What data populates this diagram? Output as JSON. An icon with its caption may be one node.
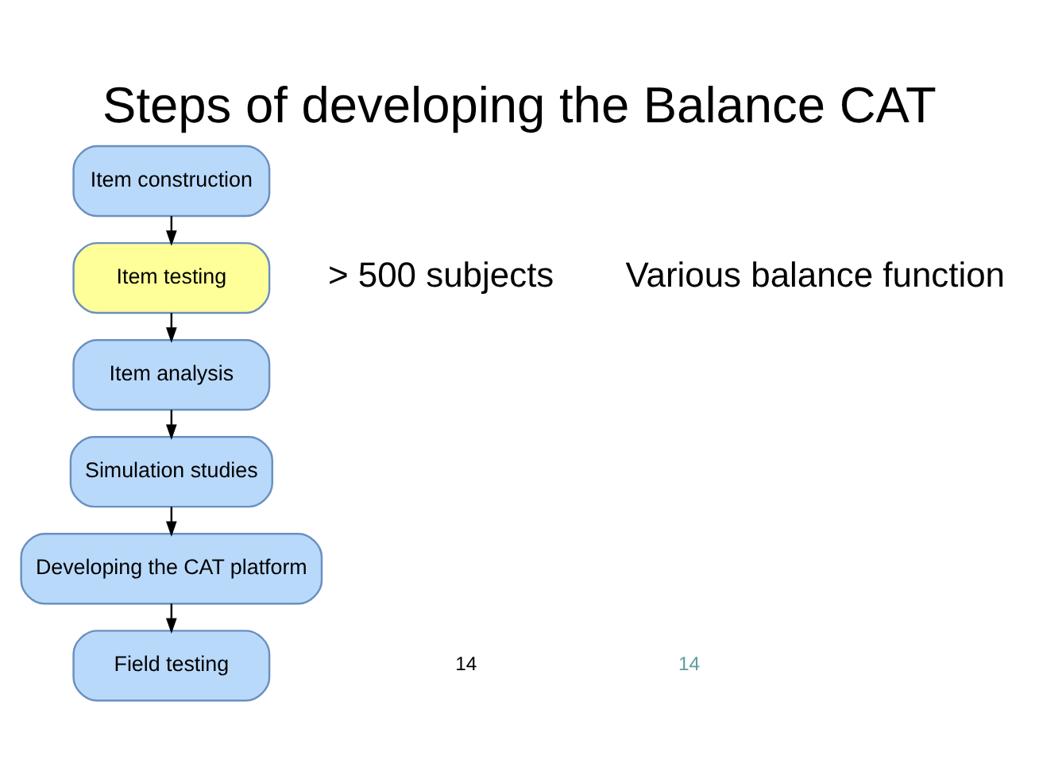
{
  "diagram": {
    "title": "Steps of developing the Balance CAT",
    "nodes": [
      {
        "text": [
          "Item construction"
        ]
      },
      {
        "text": [
          "Item testing"
        ]
      },
      {
        "text": [
          "Item analysis"
        ]
      },
      {
        "text": [
          "Simulation studies"
        ]
      },
      {
        "text": [
          "Developing the CAT platform"
        ]
      },
      {
        "text": [
          "Field testing"
        ]
      }
    ],
    "edges": [
      {
        "from": 0,
        "to": 1,
        "arrow": "to"
      },
      {
        "from": 1,
        "to": 2,
        "arrow": "to"
      },
      {
        "from": 2,
        "to": 3,
        "arrow": "to"
      },
      {
        "from": 3,
        "to": 4,
        "arrow": "to"
      },
      {
        "from": 4,
        "to": 5,
        "arrow": "to"
      }
    ],
    "labels": [
      "> 500 subjects",
      "Various balance function",
      "14",
      "14"
    ]
  }
}
